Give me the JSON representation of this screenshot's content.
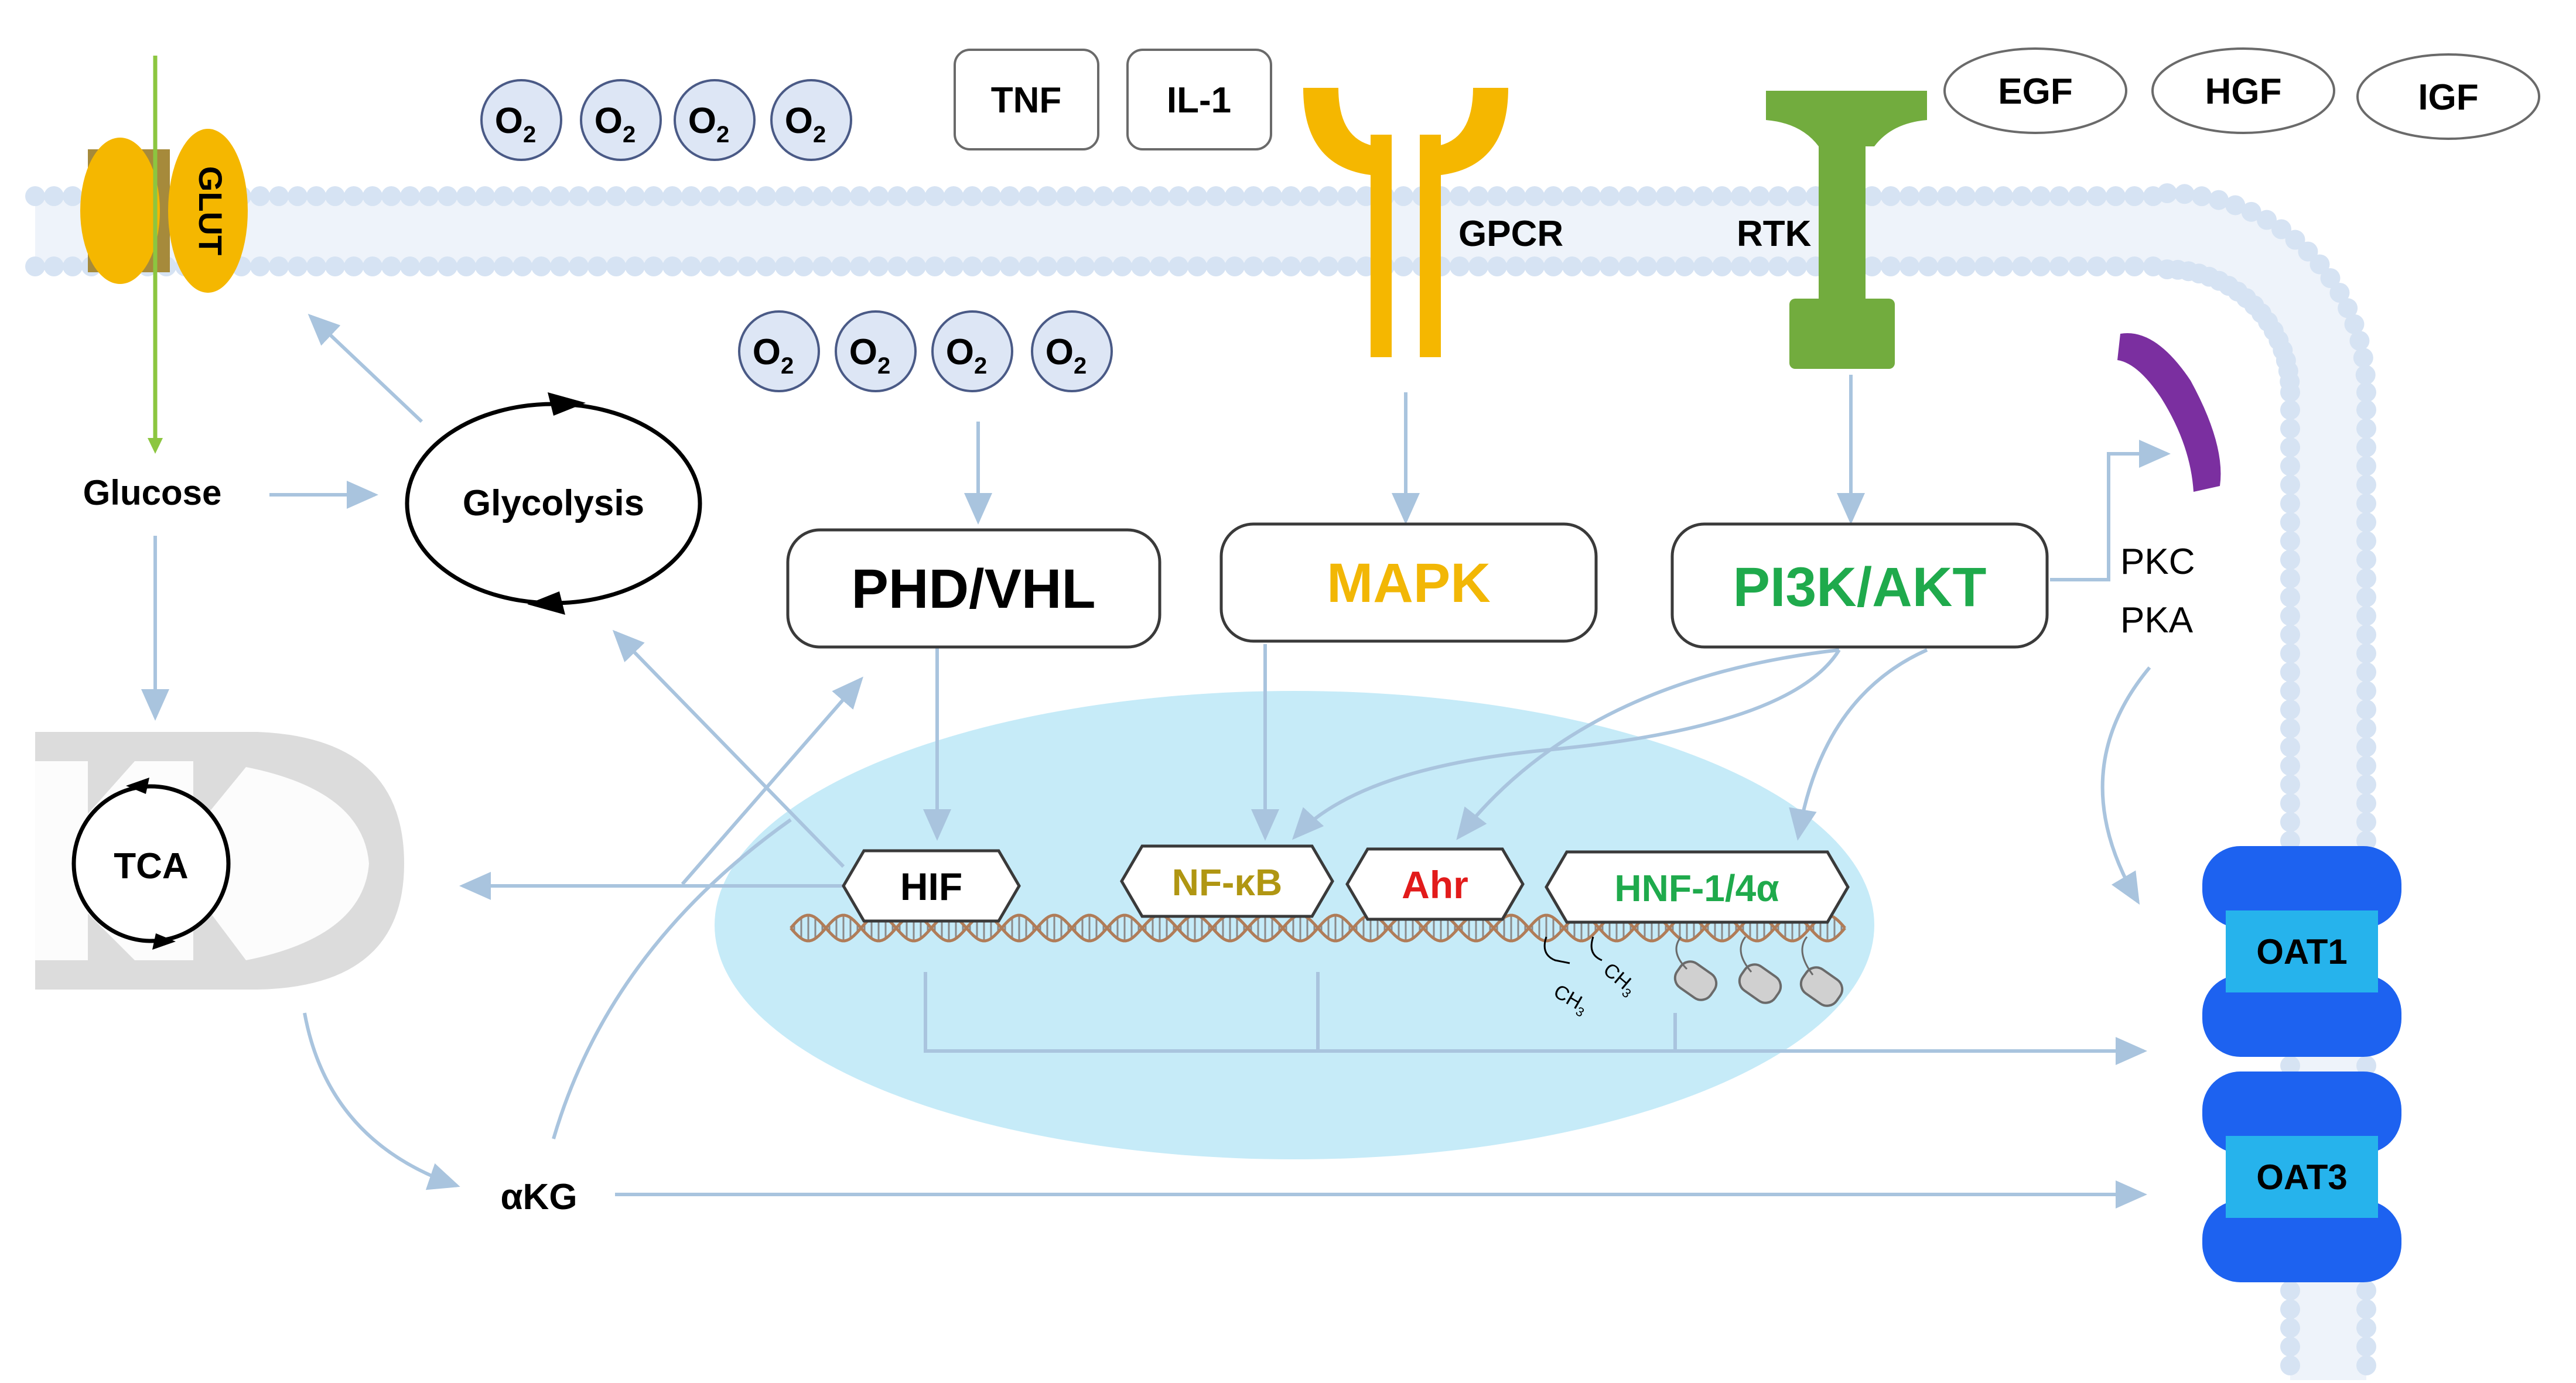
{
  "colors": {
    "membrane_head": "#d6e3f3",
    "membrane_tail": "#eef3fa",
    "arrow": "#a9c4de",
    "gpcr": "#f5b700",
    "rtk": "#72ac3e",
    "glut": "#f5b700",
    "glut_core": "#a68a3b",
    "glut_line": "#8cc640",
    "nucleus": "#c6ebf8",
    "mito": "#dcdcdc",
    "oat_dark": "#1d62f0",
    "oat_light": "#26b3ec",
    "pkc": "#7b2fa0",
    "mapk_text": "#f2b705",
    "pi3k_text": "#1faa4c",
    "nfkb_text": "#b09612",
    "ahr_text": "#e21b1b",
    "hnf_text": "#1faa4c",
    "o2_fill": "#dde6f5",
    "o2_stroke": "#4a5a86",
    "dna_strand": "#b07c58",
    "dna_rung": "#8a8a8a"
  },
  "labels": {
    "glut": "GLUT",
    "glucose": "Glucose",
    "glycolysis": "Glycolysis",
    "tca": "TCA",
    "akg": "αKG",
    "o2": "O",
    "o2_sub": "2",
    "tnf": "TNF",
    "il1": "IL-1",
    "gpcr": "GPCR",
    "rtk": "RTK",
    "egf": "EGF",
    "hgf": "HGF",
    "igf": "IGF",
    "phd_vhl": "PHD/VHL",
    "mapk": "MAPK",
    "pi3k_akt": "PI3K/AKT",
    "pkc": "PKC",
    "pka": "PKA",
    "hif": "HIF",
    "nfkb": "NF-κB",
    "ahr": "Ahr",
    "hnf": "HNF-1/4α",
    "ch3": "CH",
    "ch3_sub": "3",
    "oat1": "OAT1",
    "oat3": "OAT3"
  }
}
